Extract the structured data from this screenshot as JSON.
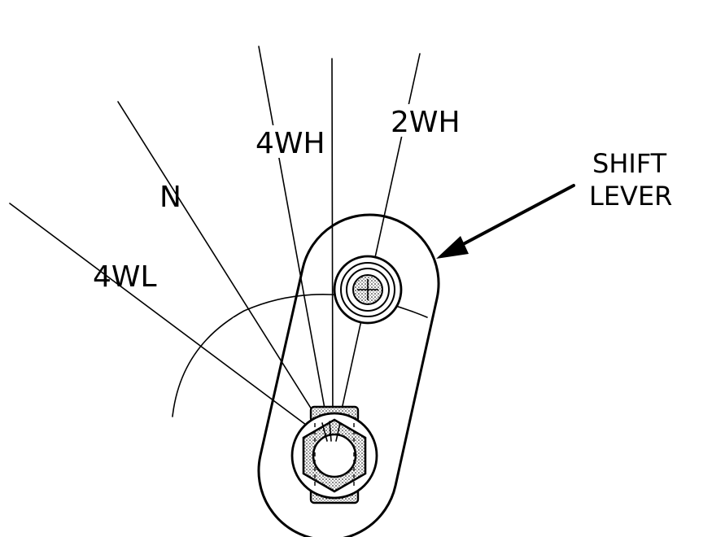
{
  "labels": {
    "pos_4wl": "4WL",
    "pos_n": "N",
    "pos_4wh": "4WH",
    "pos_2wh": "2WH",
    "shift_line1": "SHIFT",
    "shift_line2": "LEVER"
  },
  "colors": {
    "ink": "#000000",
    "background": "#ffffff"
  }
}
